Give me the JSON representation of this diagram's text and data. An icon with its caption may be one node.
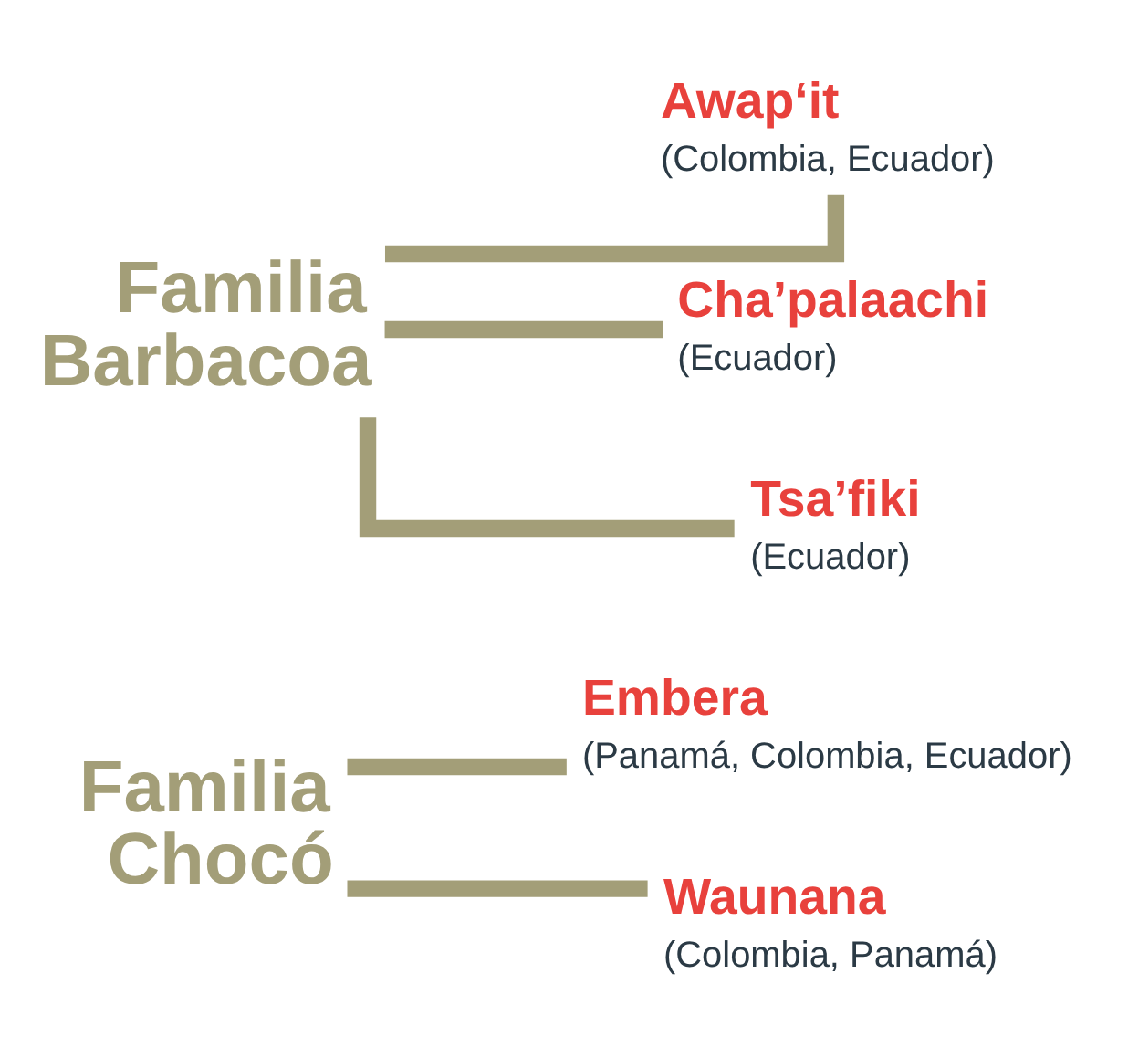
{
  "diagram": {
    "nodes": [
      {
        "text": [
          "Familia Chocó"
        ]
      },
      {
        "text": [
          "Embera",
          "(Panamá, Colombia, Ecuador)"
        ]
      },
      {
        "text": [
          "Waunana",
          "(Colombia, Panamá)"
        ]
      },
      {
        "text": [
          "Familia Barbacoa"
        ]
      },
      {
        "text": [
          "Awap‘it",
          "(Colombia, Ecuador)"
        ]
      },
      {
        "text": [
          "Cha’palaachi",
          "(Ecuador)"
        ]
      },
      {
        "text": [
          "Tsa’fiki",
          "(Ecuador)"
        ]
      }
    ],
    "edges": [
      {
        "from": 0,
        "to": 1,
        "arrow": "none"
      },
      {
        "from": 0,
        "to": 2,
        "arrow": "none"
      },
      {
        "from": 3,
        "to": 4,
        "arrow": "none"
      },
      {
        "from": 3,
        "to": 5,
        "arrow": "none"
      },
      {
        "from": 3,
        "to": 6,
        "arrow": "none"
      }
    ]
  }
}
